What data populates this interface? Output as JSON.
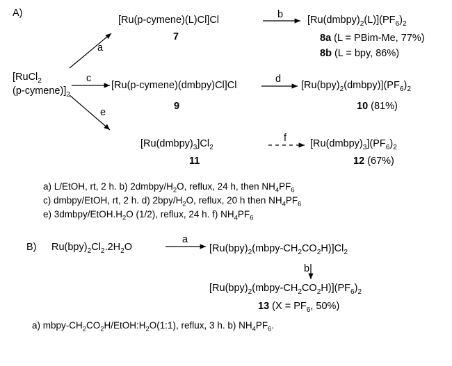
{
  "scheme_a": {
    "label": "A)",
    "start_1": "[RuCl",
    "start_1_sub": "2",
    "start_2": "(p-cymene)]",
    "start_2_sub": "2",
    "steps": {
      "a": "a",
      "b": "b",
      "c": "c",
      "d": "d",
      "e": "e",
      "f": "f"
    },
    "c7": {
      "formula": "[Ru(p-cymene)(L)Cl]Cl",
      "number": "7"
    },
    "c8": {
      "formula_pre": "[Ru(dmbpy)",
      "formula_sub1": "2",
      "formula_mid": "(L)](PF",
      "formula_sub2": "6",
      "formula_post": ")",
      "formula_sub3": "2",
      "a_num": "8a",
      "a_text": "(L = PBim-Me, 77%)",
      "b_num": "8b",
      "b_text": "(L = bpy, 86%)"
    },
    "c9": {
      "formula": "[Ru(p-cymene)(dmbpy)Cl]Cl",
      "number": "9"
    },
    "c10": {
      "formula_pre": "[Ru(bpy)",
      "formula_sub1": "2",
      "formula_mid": "(dmbpy)](PF",
      "formula_sub2": "6",
      "formula_post": ")",
      "formula_sub3": "2",
      "number": "10",
      "yield": "(81%)"
    },
    "c11": {
      "formula_pre": "[Ru(dmbpy)",
      "formula_sub1": "3",
      "formula_mid": "]Cl",
      "formula_sub2": "2",
      "number": "11"
    },
    "c12": {
      "formula_pre": "[Ru(dmbpy)",
      "formula_sub1": "3",
      "formula_mid": "](PF",
      "formula_sub2": "6",
      "formula_post": ")",
      "formula_sub3": "2",
      "number": "12",
      "yield": "(67%)"
    },
    "conditions": {
      "l1_pre": "a) L/EtOH, rt, 2 h. b) 2dmbpy/H",
      "l1_sub": "2",
      "l1_mid": "O, reflux, 24 h, then NH",
      "l1_sub2": "4",
      "l1_post": "PF",
      "l1_sub3": "6",
      "l2_pre": "c) dmbpy/EtOH, rt, 2 h. d) 2bpy/H",
      "l2_sub": "2",
      "l2_mid": "O, reflux, 20 h then NH",
      "l2_sub2": "4",
      "l2_post": "PF",
      "l2_sub3": "6",
      "l3_pre": "e) 3dmbpy/EtOH.H",
      "l3_sub": "2",
      "l3_mid": "O (1/2), reflux, 24 h. f) NH",
      "l3_sub2": "4",
      "l3_post": "PF",
      "l3_sub3": "6"
    }
  },
  "scheme_b": {
    "label": "B)",
    "start_pre": "Ru(bpy)",
    "start_sub1": "2",
    "start_mid": "Cl",
    "start_sub2": "2",
    "start_post": ".2H",
    "start_sub3": "2",
    "start_end": "O",
    "step_a": "a",
    "step_b": "b",
    "inter_pre": "[Ru(bpy)",
    "inter_sub1": "2",
    "inter_mid": "(mbpy-CH",
    "inter_sub2": "2",
    "inter_mid2": "CO",
    "inter_sub3": "2",
    "inter_mid3": "H)]Cl",
    "inter_sub4": "2",
    "prod_pre": "[Ru(bpy)",
    "prod_sub1": "2",
    "prod_mid": "(mbpy-CH",
    "prod_sub2": "2",
    "prod_mid2": "CO",
    "prod_sub3": "2",
    "prod_mid3": "H)](PF",
    "prod_sub4": "6",
    "prod_post": ")",
    "prod_sub5": "2",
    "number": "13",
    "yield_pre": "(X = PF",
    "yield_sub": "6",
    "yield_post": ", 50%)",
    "cond_pre": "a) mbpy-CH",
    "cond_sub1": "2",
    "cond_mid": "CO",
    "cond_sub2": "2",
    "cond_mid2": "H/EtOH:H",
    "cond_sub3": "2",
    "cond_mid3": "O(1:1), reflux, 3 h. b) NH",
    "cond_sub4": "4",
    "cond_post": "PF",
    "cond_sub5": "6",
    "cond_end": "."
  }
}
